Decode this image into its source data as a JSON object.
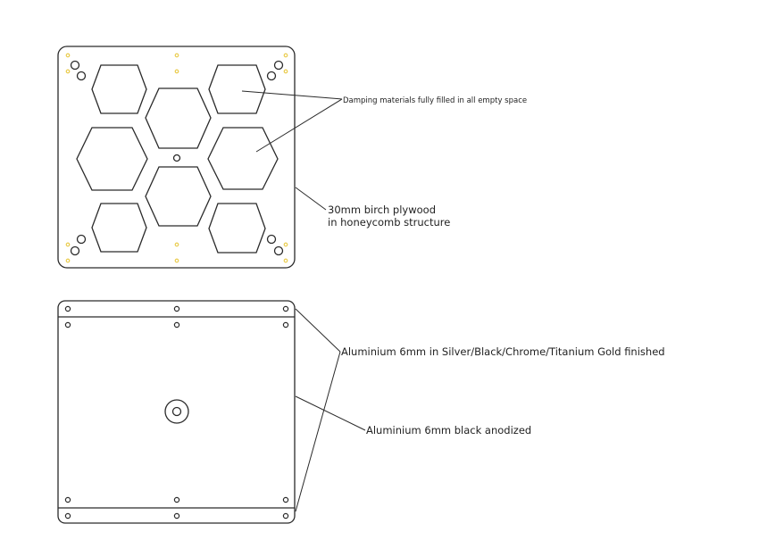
{
  "colors": {
    "line": "#2a2a2a",
    "hole_marker": "#e8c840",
    "background": "#ffffff"
  },
  "top_view": {
    "callouts": {
      "damping": "Damping materials fully  filled in all empty space",
      "plywood_line1": "30mm birch plywood",
      "plywood_line2": "in honeycomb structure"
    }
  },
  "bottom_view": {
    "callouts": {
      "finish": "Aluminium 6mm in Silver/Black/Chrome/Titanium Gold finished",
      "anodized": "Aluminium 6mm black anodized"
    }
  }
}
